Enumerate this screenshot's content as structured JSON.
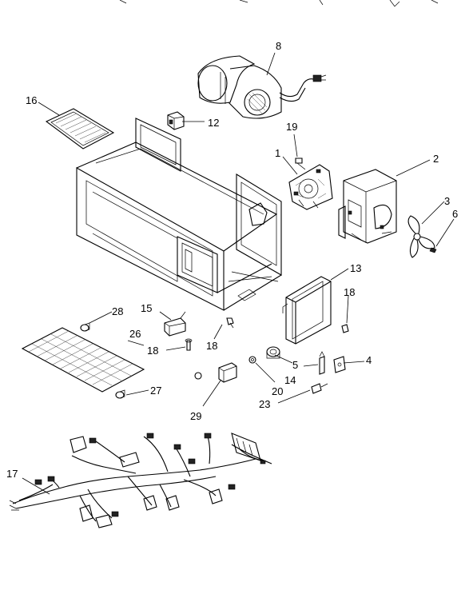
{
  "callouts": {
    "c1": "1",
    "c2": "2",
    "c3": "3",
    "c4": "4",
    "c5": "5",
    "c6": "6",
    "c8": "8",
    "c12": "12",
    "c13": "13",
    "c14": "14",
    "c15": "15",
    "c16": "16",
    "c17": "17",
    "c18a": "18",
    "c18b": "18",
    "c18c": "18",
    "c19": "19",
    "c20": "20",
    "c23": "23",
    "c26": "26",
    "c27": "27",
    "c28": "28",
    "c29": "29"
  }
}
